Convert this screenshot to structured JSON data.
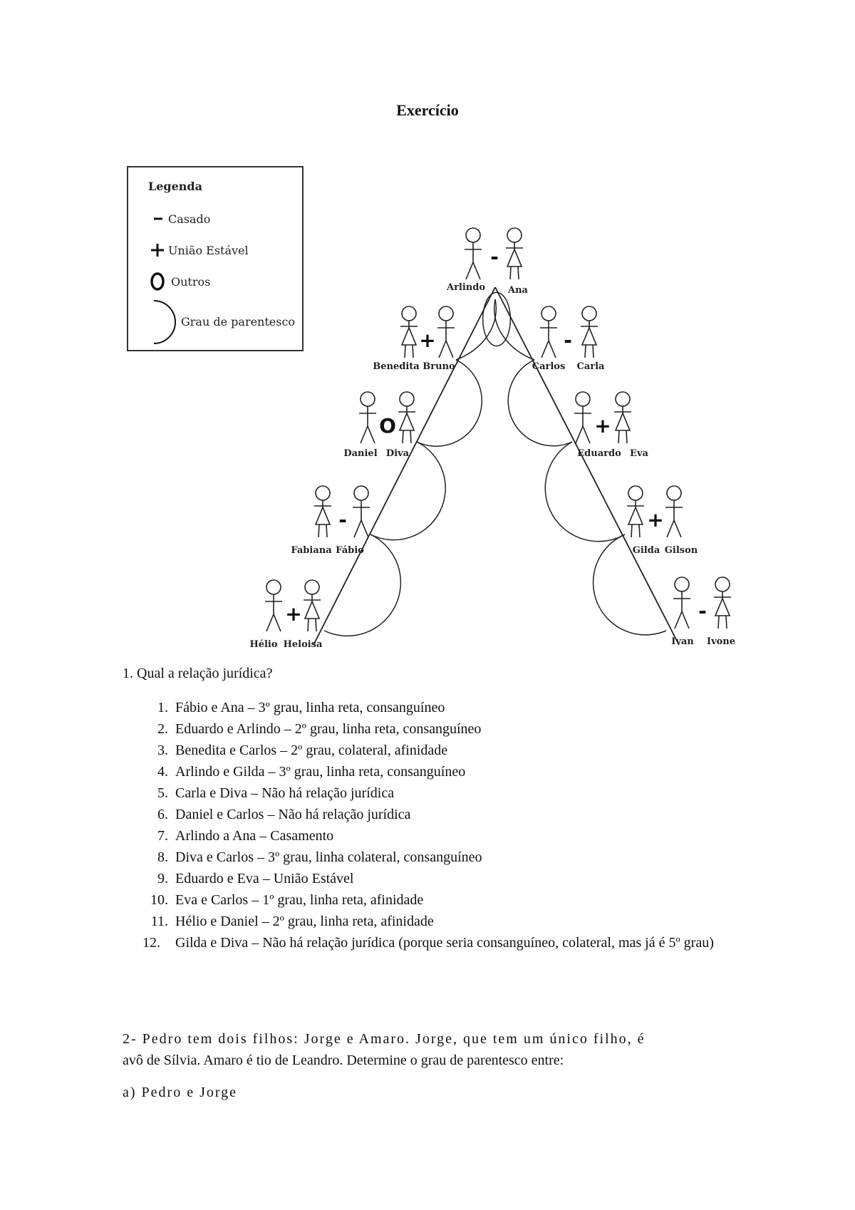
{
  "title": "Exercício",
  "legend": {
    "heading": "Legenda",
    "items": [
      {
        "symbol": "-",
        "label": "Casado"
      },
      {
        "symbol": "+",
        "label": "União Estável"
      },
      {
        "symbol": "O",
        "label": "Outros"
      },
      {
        "symbol": "arc",
        "label": "Grau de parentesco"
      }
    ]
  },
  "diagram": {
    "couples": [
      {
        "left": "Arlindo",
        "right": "Ana",
        "relation": "-"
      },
      {
        "left": "Benedita",
        "right": "Bruno",
        "relation": "+"
      },
      {
        "left": "Carlos",
        "right": "Carla",
        "relation": "-"
      },
      {
        "left": "Daniel",
        "right": "Diva",
        "relation": "O"
      },
      {
        "left": "Eduardo",
        "right": "Eva",
        "relation": "+"
      },
      {
        "left": "Fabiana",
        "right": "Fábio",
        "relation": "-"
      },
      {
        "left": "Gilda",
        "right": "Gilson",
        "relation": "+"
      },
      {
        "left": "Hélio",
        "right": "Heloisa",
        "relation": "+"
      },
      {
        "left": "Ivan",
        "right": "Ivone",
        "relation": "-"
      }
    ]
  },
  "question1": "1. Qual a relação jurídica?",
  "answers": [
    {
      "num": "1.",
      "text": "Fábio e Ana – 3º grau, linha reta, consanguíneo"
    },
    {
      "num": "2.",
      "text": "Eduardo e Arlindo – 2º grau, linha reta, consanguíneo"
    },
    {
      "num": "3.",
      "text": "Benedita e Carlos – 2º grau, colateral, afinidade"
    },
    {
      "num": "4.",
      "text": "Arlindo e Gilda – 3º grau, linha reta, consanguíneo"
    },
    {
      "num": "5.",
      "text": "Carla e Diva – Não há relação jurídica"
    },
    {
      "num": "6.",
      "text": "Daniel e Carlos – Não há relação jurídica"
    },
    {
      "num": "7.",
      "text": "Arlindo a Ana – Casamento"
    },
    {
      "num": "8.",
      "text": "Diva e Carlos – 3º grau, linha colateral, consanguíneo"
    },
    {
      "num": "9.",
      "text": "Eduardo e Eva – União Estável"
    },
    {
      "num": "10.",
      "text": "Eva e Carlos – 1º grau, linha reta, afinidade"
    },
    {
      "num": "11.",
      "text": "Hélio e Daniel – 2º grau, linha reta, afinidade"
    },
    {
      "num": "12.",
      "text": "Gilda e Diva – Não há relação jurídica (porque seria consanguíneo, colateral, mas já é 5º grau)"
    }
  ],
  "question2": {
    "line1": "2- Pedro tem dois filhos: Jorge e Amaro. Jorge, que tem um único filho, é",
    "line2": "avô de Sílvia. Amaro é tio de Leandro. Determine o grau de parentesco entre:"
  },
  "item_a": "a) Pedro e Jorge"
}
